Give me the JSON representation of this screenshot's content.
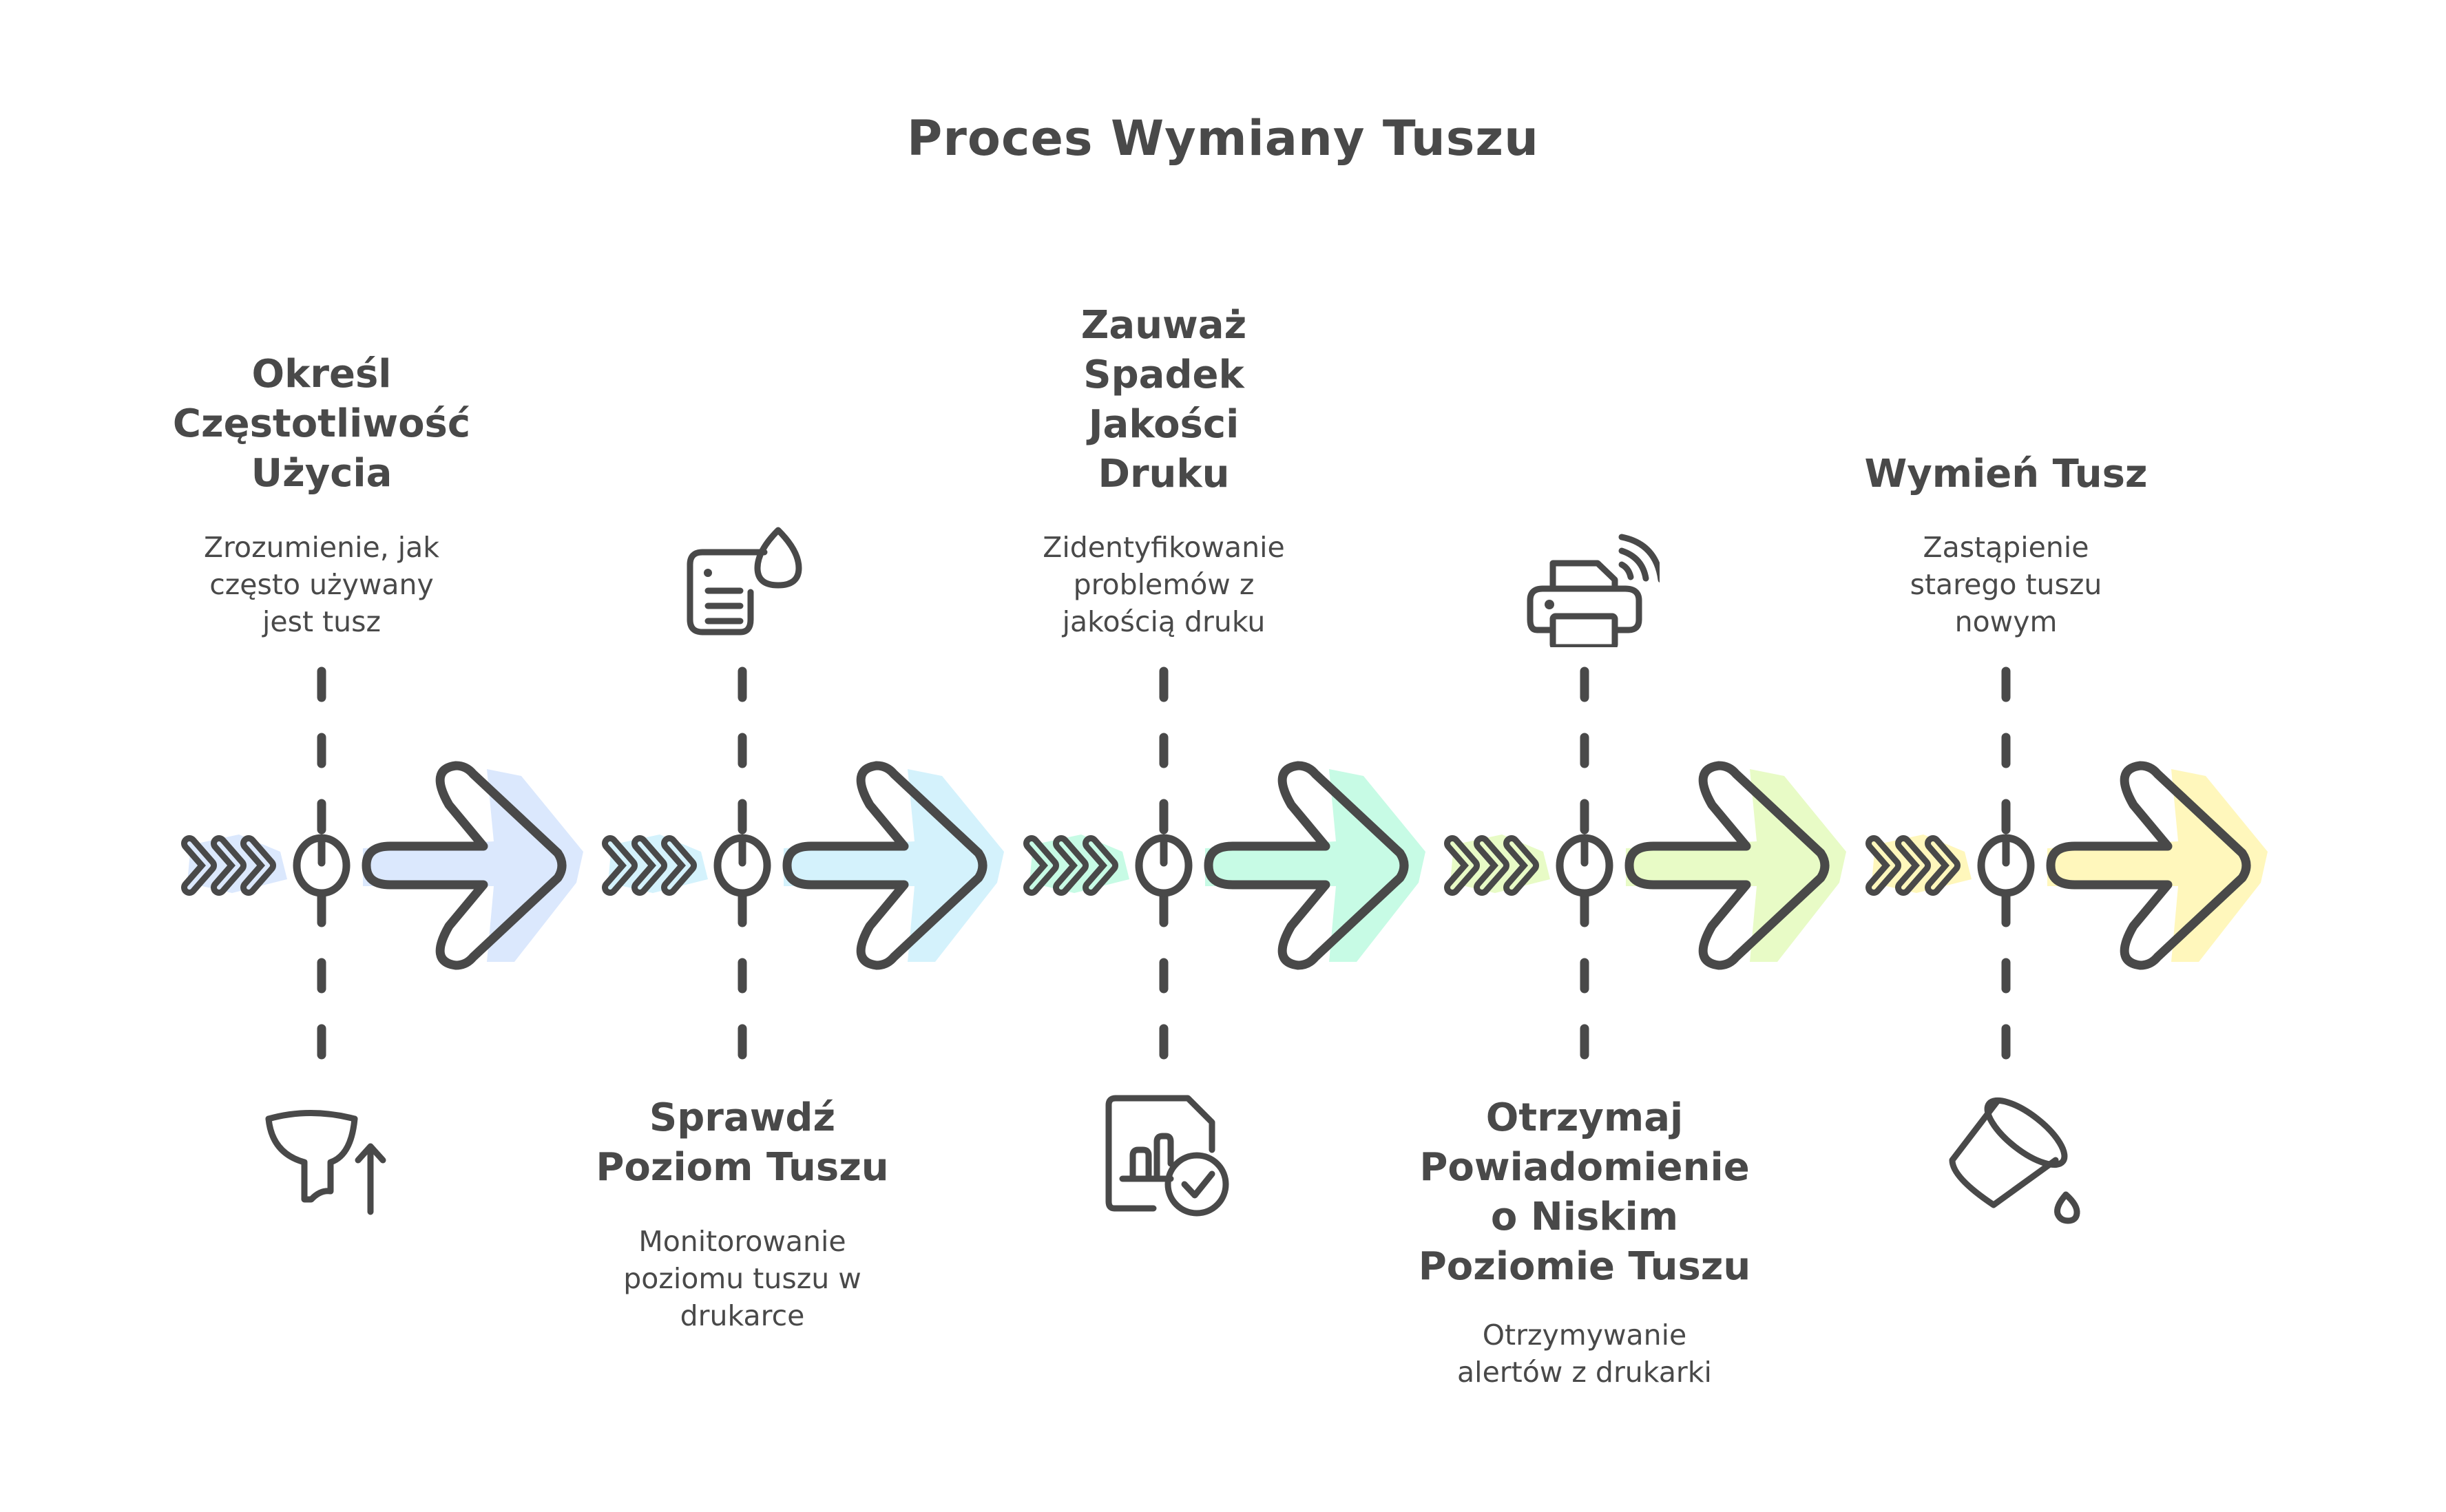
{
  "title": "Proces Wymiany Tuszu",
  "steps": [
    {
      "title_lines": [
        "Określ",
        "Częstotliwość",
        "Użycia"
      ],
      "description_lines": [
        "Zrozumienie, jak",
        "często używany",
        "jest tusz"
      ],
      "position": "top",
      "icon": "funnel-arrow-up-icon",
      "color": "#dbe8fd"
    },
    {
      "title_lines": [
        "Sprawdź",
        "Poziom Tuszu"
      ],
      "description_lines": [
        "Monitorowanie",
        "poziomu tuszu w",
        "drukarce"
      ],
      "position": "bottom",
      "icon": "document-ink-drop-icon",
      "color": "#d4f2fc"
    },
    {
      "title_lines": [
        "Zauważ",
        "Spadek",
        "Jakości",
        "Druku"
      ],
      "description_lines": [
        "Zidentyfikowanie",
        "problemów z",
        "jakością druku"
      ],
      "position": "top",
      "icon": "report-chart-check-icon",
      "color": "#c7fbe5"
    },
    {
      "title_lines": [
        "Otrzymaj",
        "Powiadomienie",
        "o Niskim",
        "Poziomie Tuszu"
      ],
      "description_lines": [
        "Otrzymywanie",
        "alertów z drukarki"
      ],
      "position": "bottom",
      "icon": "wireless-printer-icon",
      "color": "#e8fbc6"
    },
    {
      "title_lines": [
        "Wymień Tusz"
      ],
      "description_lines": [
        "Zastąpienie",
        "starego tuszu",
        "nowym"
      ],
      "position": "top",
      "icon": "pouring-bucket-drop-icon",
      "color": "#fff7bc"
    }
  ],
  "stroke_color": "#494949"
}
